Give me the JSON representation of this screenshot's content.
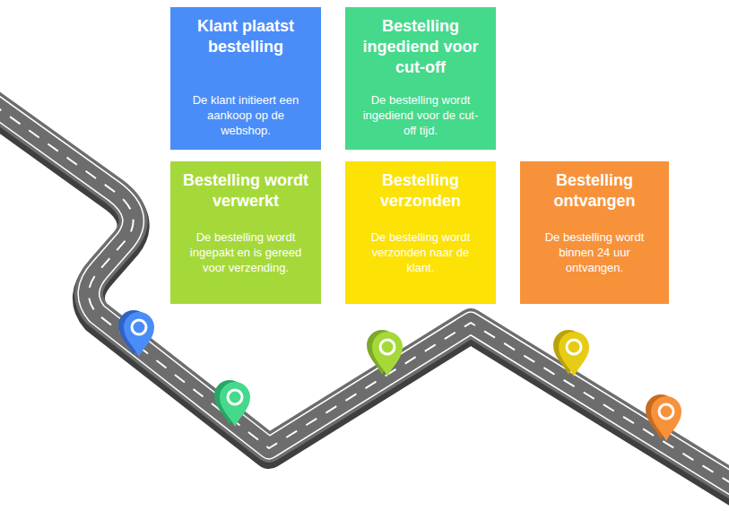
{
  "diagram": {
    "nodes": [
      {
        "text": [
          "Klant plaatst bestelling",
          "De klant initieert een aankoop op de webshop."
        ]
      },
      {
        "text": [
          "Bestelling ingediend voor cut-off",
          "De bestelling wordt ingediend voor de cut-off tijd."
        ]
      },
      {
        "text": [
          "Bestelling wordt verwerkt",
          "De bestelling wordt ingepakt en is gereed voor verzending."
        ]
      },
      {
        "text": [
          "Bestelling verzonden",
          "De bestelling wordt verzonden naar de klant."
        ]
      },
      {
        "text": [
          "Bestelling ontvangen",
          "De bestelling wordt binnen 24 uur ontvangen."
        ]
      }
    ]
  }
}
